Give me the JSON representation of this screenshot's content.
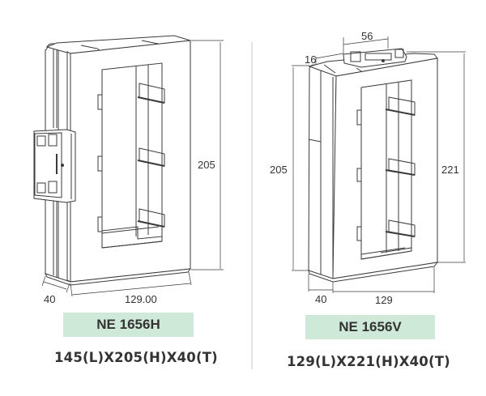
{
  "left_product": {
    "model_label": "NE 1656H",
    "dimensions_caption": "145(L)X205(H)X40(T)",
    "dim_height": "205",
    "dim_depth": "40",
    "dim_width": "129.00",
    "connector_position": "side"
  },
  "right_product": {
    "model_label": "NE 1656V",
    "dimensions_caption": "129(L)X221(H)X40(T)",
    "dim_height_body": "205",
    "dim_height_total": "221",
    "dim_depth": "40",
    "dim_width": "129",
    "dim_connector_width": "56",
    "dim_connector_offset": "16",
    "connector_position": "top"
  },
  "colors": {
    "label_background": "#cfe9d8",
    "text": "#333333",
    "line": "#3a3a3a",
    "divider": "#e3e3e3"
  }
}
